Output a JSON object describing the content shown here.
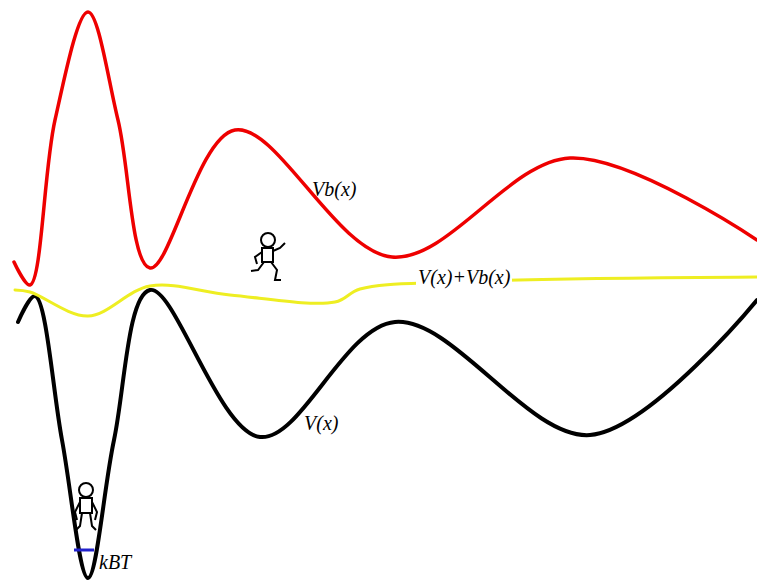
{
  "diagram": {
    "labels": [
      "Vb(x)",
      "V(x)+Vb(x)",
      "V(x)",
      "kBT"
    ]
  }
}
